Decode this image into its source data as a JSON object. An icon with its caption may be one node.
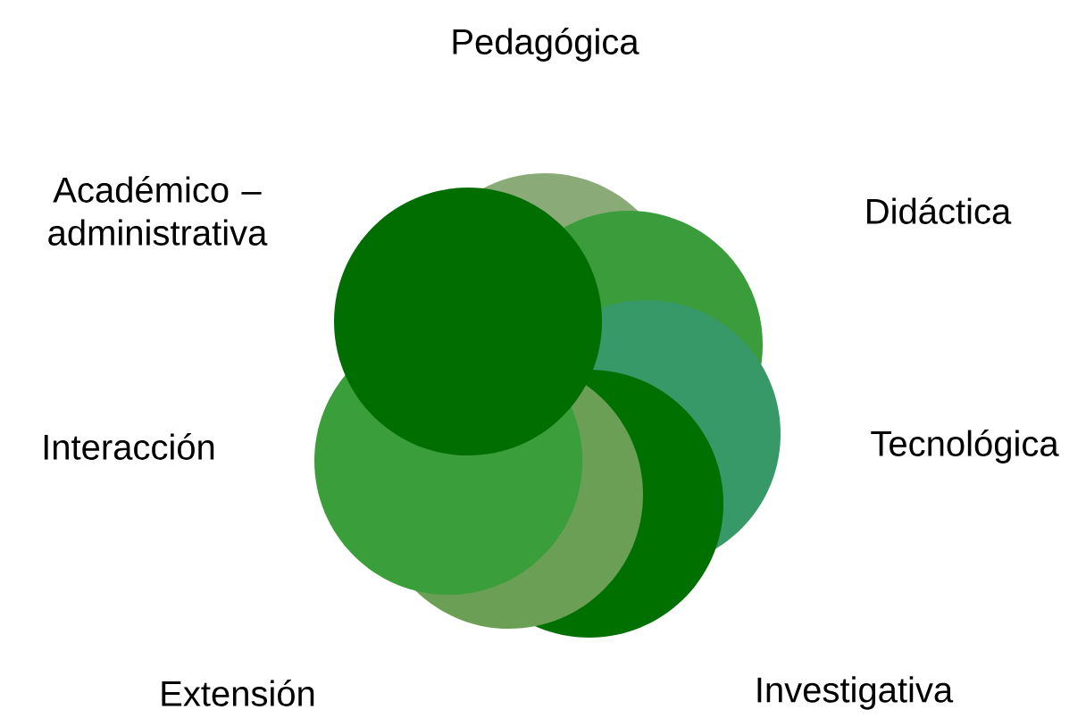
{
  "diagram": {
    "nodes": [
      {
        "text": [],
        "shape": "circle",
        "beside": [
          "Pedagógica"
        ]
      },
      {
        "text": [],
        "shape": "circle",
        "beside": [
          "Didáctica"
        ]
      },
      {
        "text": [],
        "shape": "circle",
        "beside": [
          "Tecnológica"
        ]
      },
      {
        "text": [],
        "shape": "circle",
        "beside": [
          "Investigativa"
        ]
      },
      {
        "text": [],
        "shape": "circle",
        "beside": [
          "Extensión"
        ]
      },
      {
        "text": [],
        "shape": "circle",
        "beside": [
          "Interacción"
        ]
      },
      {
        "text": [],
        "shape": "circle",
        "beside": [
          "Académico – administrativa"
        ]
      }
    ]
  }
}
